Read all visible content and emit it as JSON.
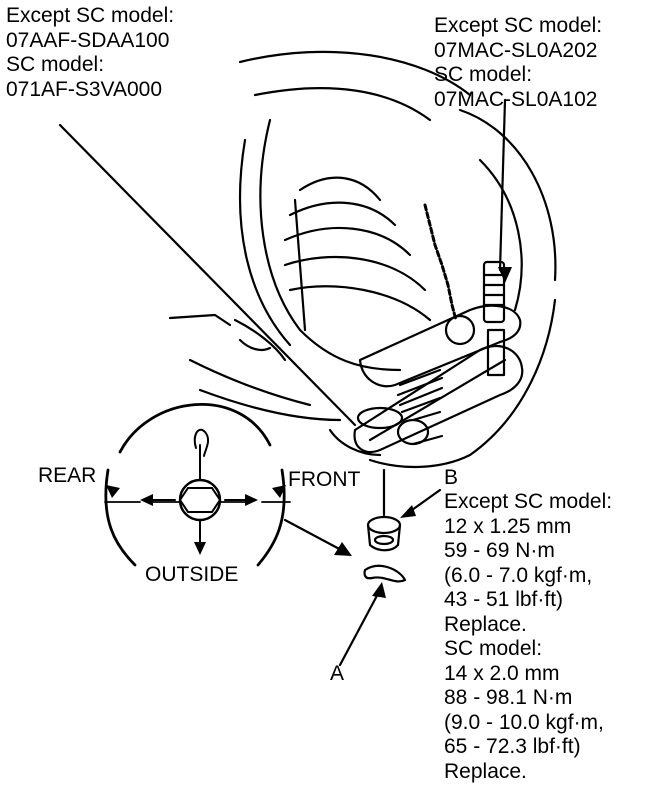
{
  "callouts": {
    "tool_left": {
      "line1": "Except SC model:",
      "line2": "07AAF-SDAA100",
      "line3": "SC model:",
      "line4": "071AF-S3VA000"
    },
    "tool_right": {
      "line1": "Except SC model:",
      "line2": "07MAC-SL0A202",
      "line3": "SC model:",
      "line4": "07MAC-SL0A102"
    },
    "label_a": "A",
    "label_b": "B"
  },
  "direction_inset": {
    "rear": "REAR",
    "front": "FRONT",
    "outside": "OUTSIDE"
  },
  "spec_b": {
    "lines": [
      "Except SC model:",
      "12 x 1.25 mm",
      "59 - 69 N·m",
      "(6.0 - 7.0 kgf·m,",
      "43 - 51 lbf·ft)",
      "Replace.",
      "SC model:",
      "14 x 2.0 mm",
      "88 - 98.1 N·m",
      "(9.0 - 10.0 kgf·m,",
      "65 - 72.3 lbf·ft)",
      "Replace."
    ]
  }
}
